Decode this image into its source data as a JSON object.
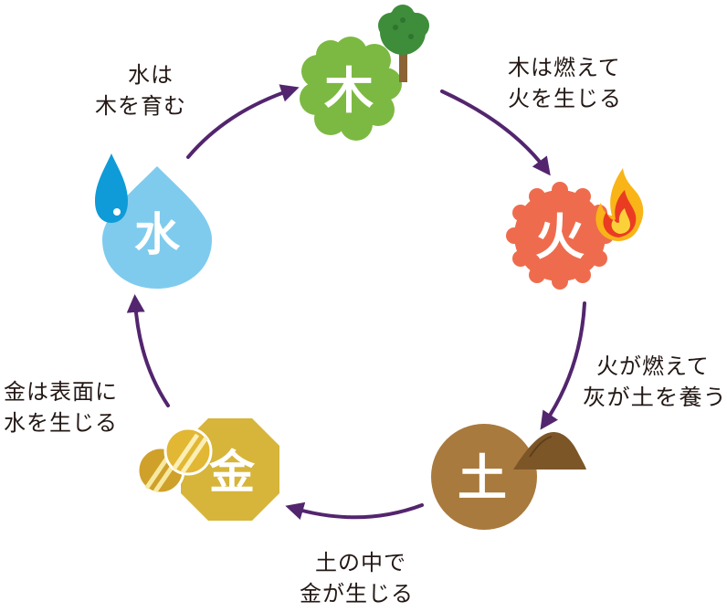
{
  "colors": {
    "arrow": "#53256e",
    "wood": "#7cb942",
    "fire": "#ee6c4d",
    "earth": "#a97a3d",
    "metal": "#d6b53a",
    "water": "#7fcbee",
    "text": "#231815"
  },
  "elements": {
    "wood": "木",
    "fire": "火",
    "earth": "土",
    "metal": "金",
    "water": "水"
  },
  "relations": {
    "wood_fire": [
      "木は燃えて",
      "火を生じる"
    ],
    "fire_earth": [
      "火が燃えて",
      "灰が土を養う"
    ],
    "earth_metal": [
      "土の中で",
      "金が生じる"
    ],
    "metal_water": [
      "金は表面に",
      "水を生じる"
    ],
    "water_wood": [
      "水は",
      "木を育む"
    ]
  },
  "icons": [
    "tree-icon",
    "flame-icon",
    "mound-icon",
    "coins-icon",
    "water-drop-icon"
  ]
}
